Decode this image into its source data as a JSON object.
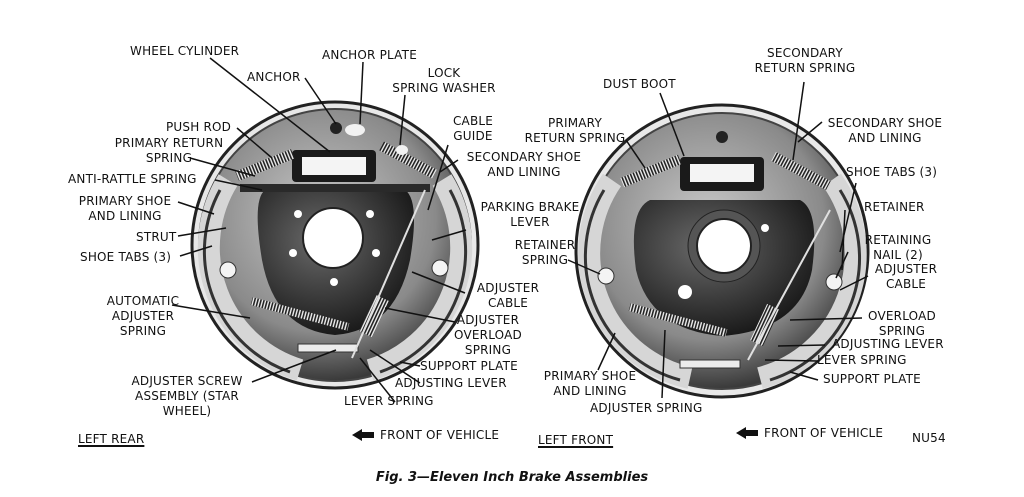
{
  "caption": "Fig. 3—Eleven Inch Brake Assemblies",
  "figure_code": "NU54",
  "left_assembly": {
    "title": "LEFT REAR",
    "direction": "FRONT OF VEHICLE",
    "direction_icon": "arrow-left-icon",
    "labels": {
      "wheel_cylinder": "WHEEL CYLINDER",
      "anchor_plate": "ANCHOR PLATE",
      "anchor": "ANCHOR",
      "lock_spring_washer_1": "LOCK",
      "lock_spring_washer_2": "SPRING WASHER",
      "push_rod": "PUSH ROD",
      "primary_return_spring_1": "PRIMARY RETURN",
      "primary_return_spring_2": "SPRING",
      "cable_guide_1": "CABLE",
      "cable_guide_2": "GUIDE",
      "secondary_shoe_1": "SECONDARY SHOE",
      "secondary_shoe_2": "AND LINING",
      "anti_rattle_spring": "ANTI-RATTLE SPRING",
      "primary_shoe_1": "PRIMARY SHOE",
      "primary_shoe_2": "AND LINING",
      "strut": "STRUT",
      "shoe_tabs": "SHOE TABS (3)",
      "parking_brake_lever_1": "PARKING BRAKE",
      "parking_brake_lever_2": "LEVER",
      "auto_adjuster_spring_1": "AUTOMATIC",
      "auto_adjuster_spring_2": "ADJUSTER",
      "auto_adjuster_spring_3": "SPRING",
      "adjuster_cable_1": "ADJUSTER",
      "adjuster_cable_2": "CABLE",
      "adjuster_overload_1": "ADJUSTER",
      "adjuster_overload_2": "OVERLOAD",
      "adjuster_overload_3": "SPRING",
      "support_plate": "SUPPORT PLATE",
      "adjusting_lever": "ADJUSTING LEVER",
      "lever_spring": "LEVER SPRING",
      "adjuster_screw_1": "ADJUSTER SCREW",
      "adjuster_screw_2": "ASSEMBLY (STAR",
      "adjuster_screw_3": "WHEEL)"
    }
  },
  "right_assembly": {
    "title": "LEFT FRONT",
    "direction": "FRONT OF VEHICLE",
    "direction_icon": "arrow-left-icon",
    "labels": {
      "secondary_return_spring_1": "SECONDARY",
      "secondary_return_spring_2": "RETURN SPRING",
      "dust_boot": "DUST BOOT",
      "primary_return_spring_1": "PRIMARY",
      "primary_return_spring_2": "RETURN SPRING",
      "secondary_shoe_1": "SECONDARY SHOE",
      "secondary_shoe_2": "AND LINING",
      "shoe_tabs": "SHOE TABS (3)",
      "retainer": "RETAINER",
      "retaining_nail_1": "RETAINING",
      "retaining_nail_2": "NAIL (2)",
      "adjuster_cable_1": "ADJUSTER",
      "adjuster_cable_2": "CABLE",
      "retainer_spring_1": "RETAINER",
      "retainer_spring_2": "SPRING",
      "overload_spring_1": "OVERLOAD",
      "overload_spring_2": "SPRING",
      "adjusting_lever": "ADJUSTING LEVER",
      "lever_spring": "LEVER SPRING",
      "support_plate": "SUPPORT PLATE",
      "primary_shoe_1": "PRIMARY SHOE",
      "primary_shoe_2": "AND LINING",
      "adjuster_spring": "ADJUSTER SPRING"
    }
  },
  "colors": {
    "ink": "#111111",
    "drum_outer": "#2a2a2a",
    "drum_plate": "#9a9a9a",
    "drum_dark": "#1e1e1e",
    "shoe": "#d8d8d8",
    "background": "#ffffff"
  }
}
